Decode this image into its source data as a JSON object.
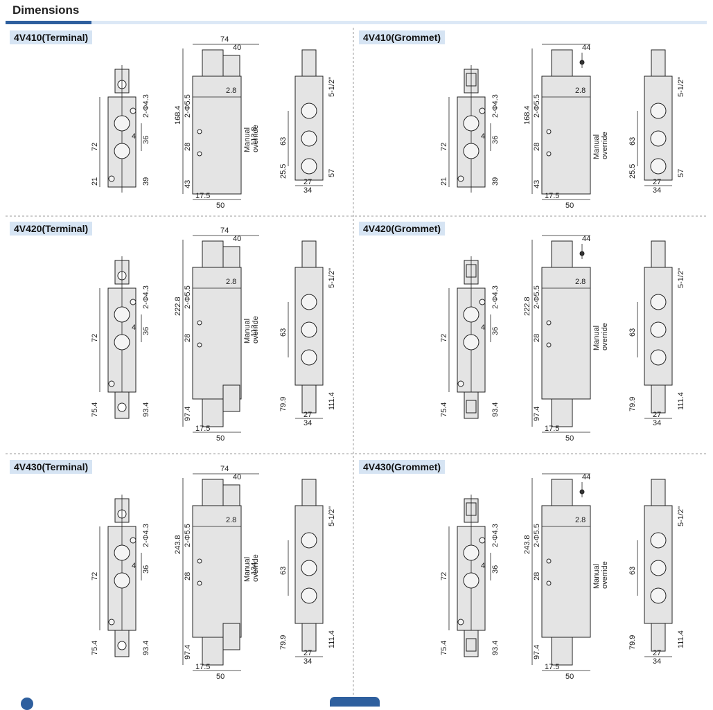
{
  "header": {
    "title": "Dimensions"
  },
  "panels": [
    {
      "label": "4V410(Terminal)",
      "type": "terminal",
      "ends": 1,
      "side": {
        "overall": "168.4",
        "body": "113.8",
        "lower": "43",
        "holes": "2-Φ5.5",
        "pitch": "28",
        "override": "Manual\noverride",
        "offset": "2.8",
        "w74": "74",
        "w40": "40",
        "w50": "50",
        "w17": "17.5"
      },
      "front": {
        "h72": "72",
        "h21": "21",
        "h36": "36",
        "h39": "39",
        "h4": "4",
        "mount": "2-Φ4.3"
      },
      "end": {
        "h63": "63",
        "h25": "25.5",
        "h57": "57",
        "ports": "5-1/2\"",
        "w27": "27",
        "w34": "34"
      }
    },
    {
      "label": "4V410(Grommet)",
      "type": "grommet",
      "ends": 1,
      "side": {
        "overall": "168.4",
        "body": "",
        "lower": "43",
        "holes": "2-Φ5.5",
        "pitch": "28",
        "override": "Manual\noverride",
        "offset": "2.8",
        "w74": "",
        "w40": "44",
        "w50": "50",
        "w17": "17.5"
      },
      "front": {
        "h72": "72",
        "h21": "21",
        "h36": "36",
        "h39": "39",
        "h4": "4",
        "mount": "2-Φ4.3"
      },
      "end": {
        "h63": "63",
        "h25": "25.5",
        "h57": "57",
        "ports": "5-1/2\"",
        "w27": "27",
        "w34": "34"
      }
    },
    {
      "label": "4V420(Terminal)",
      "type": "terminal",
      "ends": 2,
      "side": {
        "overall": "222.8",
        "body": "113",
        "lower": "97.4",
        "holes": "2-Φ5.5",
        "pitch": "28",
        "override": "Manual\noverride",
        "offset": "2.8",
        "w74": "74",
        "w40": "40",
        "w50": "50",
        "w17": "17.5"
      },
      "front": {
        "h72": "72",
        "h21": "75.4",
        "h36": "36",
        "h39": "93.4",
        "h4": "4",
        "mount": "2-Φ4.3"
      },
      "end": {
        "h63": "63",
        "h25": "79.9",
        "h57": "111.4",
        "ports": "5-1/2\"",
        "w27": "27",
        "w34": "34"
      }
    },
    {
      "label": "4V420(Grommet)",
      "type": "grommet",
      "ends": 2,
      "side": {
        "overall": "222.8",
        "body": "",
        "lower": "97.4",
        "holes": "2-Φ5.5",
        "pitch": "28",
        "override": "Manual\noverride",
        "offset": "2.8",
        "w74": "",
        "w40": "44",
        "w50": "50",
        "w17": "17.5"
      },
      "front": {
        "h72": "72",
        "h21": "75.4",
        "h36": "36",
        "h39": "93.4",
        "h4": "4",
        "mount": "2-Φ4.3"
      },
      "end": {
        "h63": "63",
        "h25": "79.9",
        "h57": "111.4",
        "ports": "5-1/2\"",
        "w27": "27",
        "w34": "34"
      }
    },
    {
      "label": "4V430(Terminal)",
      "type": "terminal",
      "ends": 2,
      "side": {
        "overall": "243.8",
        "body": "134",
        "lower": "97.4",
        "holes": "2-Φ5.5",
        "pitch": "28",
        "override": "Manual\noverride",
        "offset": "2.8",
        "w74": "74",
        "w40": "40",
        "w50": "50",
        "w17": "17.5"
      },
      "front": {
        "h72": "72",
        "h21": "75.4",
        "h36": "36",
        "h39": "93.4",
        "h4": "4",
        "mount": "2-Φ4.3"
      },
      "end": {
        "h63": "63",
        "h25": "79.9",
        "h57": "111.4",
        "ports": "5-1/2\"",
        "w27": "27",
        "w34": "34"
      }
    },
    {
      "label": "4V430(Grommet)",
      "type": "grommet",
      "ends": 2,
      "side": {
        "overall": "243.8",
        "body": "",
        "lower": "97.4",
        "holes": "2-Φ5.5",
        "pitch": "28",
        "override": "Manual\noverride",
        "offset": "2.8",
        "w74": "",
        "w40": "44",
        "w50": "50",
        "w17": "17.5"
      },
      "front": {
        "h72": "72",
        "h21": "75.4",
        "h36": "36",
        "h39": "93.4",
        "h4": "4",
        "mount": "2-Φ4.3"
      },
      "end": {
        "h63": "63",
        "h25": "79.9",
        "h57": "111.4",
        "ports": "5-1/2\"",
        "w27": "27",
        "w34": "34"
      }
    }
  ],
  "footer": {
    "page_number": ""
  },
  "colors": {
    "accent": "#2e5f9e",
    "label_bg": "#d6e4f3",
    "body_fill": "#e4e4e4",
    "line": "#222222"
  }
}
